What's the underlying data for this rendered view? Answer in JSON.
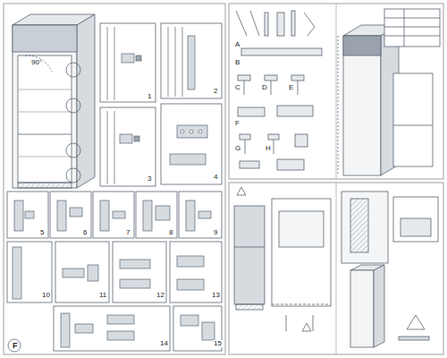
{
  "diagram": {
    "labels": [
      "90°",
      "1",
      "2",
      "3",
      "4",
      "5",
      "6",
      "7",
      "8",
      "9",
      "10",
      "11",
      "12",
      "13",
      "14",
      "15",
      "F",
      "A",
      "B",
      "C",
      "D",
      "E",
      "F",
      "G",
      "H"
    ]
  }
}
